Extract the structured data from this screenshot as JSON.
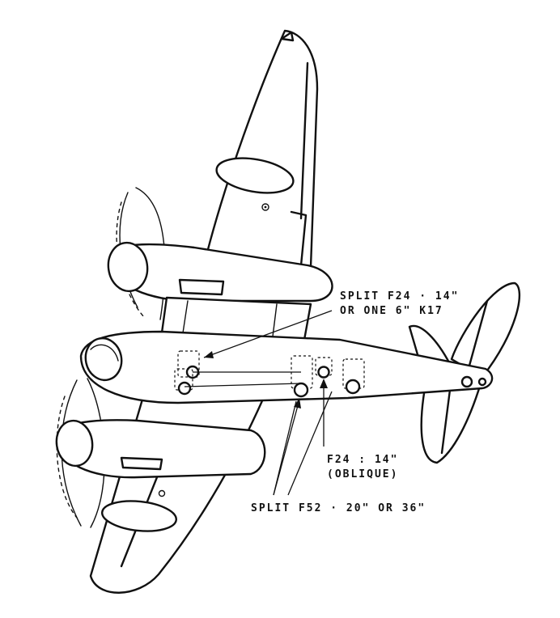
{
  "labels": {
    "split_f24_line1": "SPLIT  F24 · 14\"",
    "split_f24_line2": "OR  ONE  6\"  K17",
    "f24_oblique_line1": "F24 : 14\"",
    "f24_oblique_line2": "(OBLIQUE)",
    "split_f52": "SPLIT  F52 · 20\"  OR  36\""
  },
  "colors": {
    "ink": "#111111",
    "paper": "#ffffff"
  }
}
